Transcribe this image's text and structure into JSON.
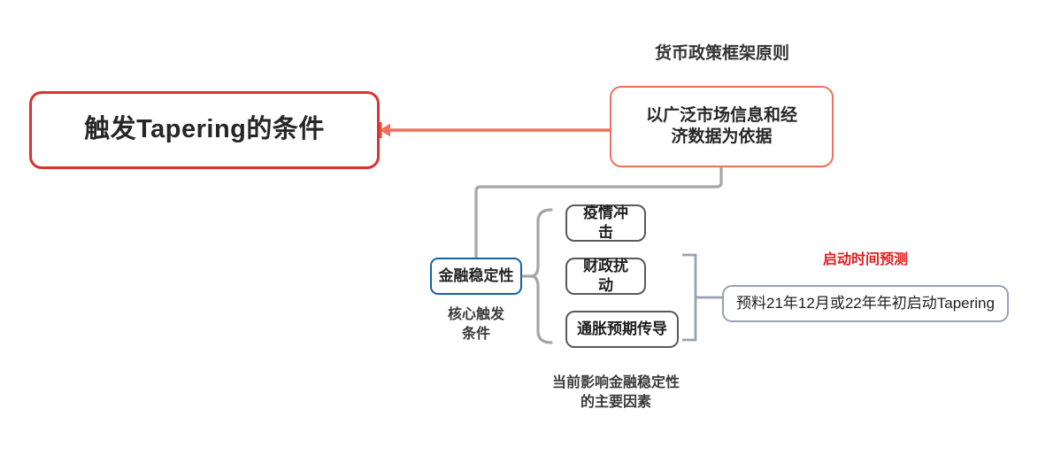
{
  "diagram": {
    "title_root": "触发Tapering的条件",
    "captions": {
      "framework": "货币政策框架原则",
      "core_trigger": "核心触发\n条件",
      "core_trigger_line1": "核心触发",
      "core_trigger_line2": "条件",
      "main_factors_line1": "当前影响金融稳定性",
      "main_factors_line2": "的主要因素",
      "timing_forecast": "启动时间预测"
    },
    "nodes": {
      "root": {
        "label": "触发Tapering的条件",
        "border_color": "#d9332c",
        "shape": "rounded-rect"
      },
      "principle": {
        "line1": "以广泛市场信息和经",
        "line2": "济数据为依据",
        "border_color": "#f4705c",
        "shape": "rounded-rect"
      },
      "stability": {
        "label": "金融稳定性",
        "border_color": "#1263a0",
        "shape": "rounded-rect"
      },
      "factors": [
        {
          "label": "疫情冲击",
          "border_color": "#595959"
        },
        {
          "label": "财政扰动",
          "border_color": "#595959"
        },
        {
          "label": "通胀预期传导",
          "border_color": "#595959"
        }
      ],
      "prediction": {
        "label": "预料21年12月或22年年初启动Tapering",
        "border_color": "#98a2b3",
        "shape": "rounded-rect"
      }
    },
    "connectors": {
      "root_to_principle": {
        "color": "#f4705c",
        "arrow": "left",
        "style": "elbow"
      },
      "principle_to_stability": {
        "color": "#a6a6a6",
        "style": "elbow"
      },
      "stability_to_factors": {
        "color": "#a6a6a6",
        "style": "curly-brace"
      },
      "factors_to_prediction": {
        "color": "#98a2b3",
        "style": "square-bracket"
      }
    },
    "colors": {
      "background": "#ffffff",
      "red": "#d9332c",
      "coral": "#f4705c",
      "blue": "#1263a0",
      "grey": "#595959",
      "light_grey": "#a6a6a6",
      "blue_grey": "#98a2b3",
      "red_text": "#e02020"
    }
  }
}
